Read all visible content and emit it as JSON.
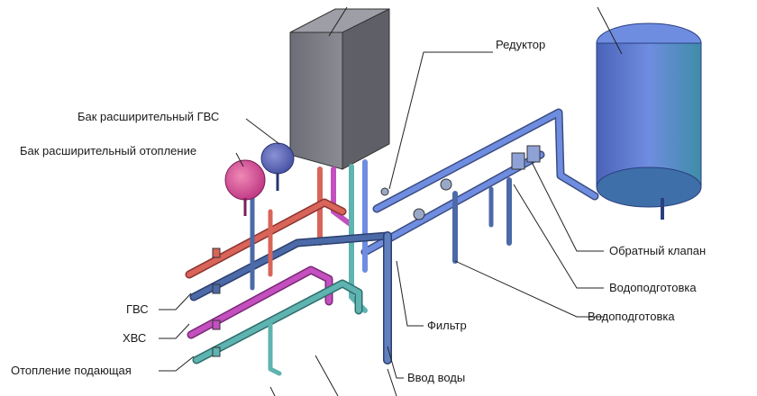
{
  "labels": {
    "reducer": "Редуктор",
    "dhw_expansion_tank": "Бак расширительный ГВС",
    "heating_expansion_tank": "Бак расширительный отопление",
    "dhw": "ГВС",
    "cold_water": "ХВС",
    "heating_supply": "Отопление подающая",
    "check_valve": "Обратный клапан",
    "water_treatment_1": "Водоподготовка",
    "water_treatment_2": "Водоподготовка",
    "filter": "Фильтр",
    "water_inlet": "Ввод воды"
  },
  "colors": {
    "boiler": "#7d7d86",
    "hot_pipe": "#d9645a",
    "cold_pipe": "#4c6aa8",
    "heating_pipe": "#c44fbf",
    "return_pipe": "#5fb3b0",
    "main_pipe": "#5f7fc0",
    "tank": "#5a76c8",
    "red_tank": "#d9487f",
    "blue_tank": "#5966b8"
  }
}
